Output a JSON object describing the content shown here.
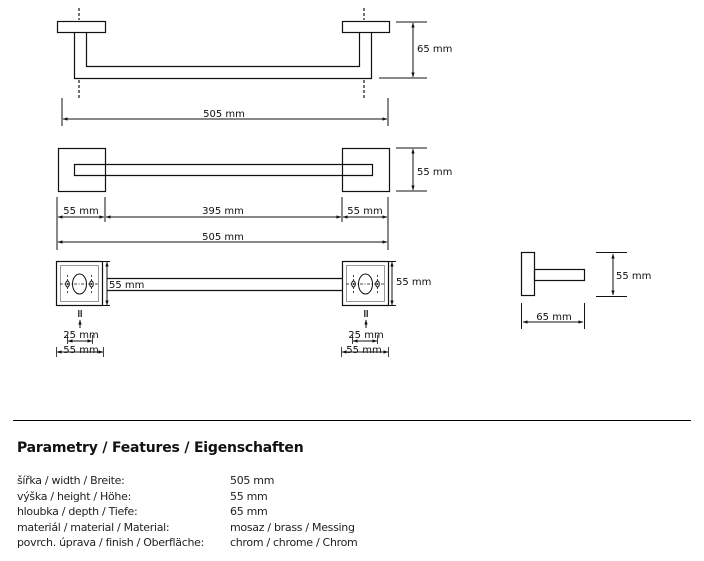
{
  "top_view": {
    "depth_dim": "65 mm",
    "total_width_dim": "505 mm"
  },
  "front_view": {
    "height_dim": "55 mm",
    "left_flange_dim": "55 mm",
    "bar_length_dim": "395 mm",
    "right_flange_dim": "55 mm",
    "total_width_dim": "505 mm"
  },
  "bottom_view": {
    "bar_height_dim": "55 mm",
    "right_height_dim": "55 mm",
    "left_hole_spacing_dim": "25 mm",
    "left_flange_width_dim": "55 mm",
    "right_hole_spacing_dim": "25 mm",
    "right_flange_width_dim": "55 mm"
  },
  "side_view": {
    "height_dim": "55 mm",
    "depth_dim": "65 mm"
  },
  "features": {
    "title": "Parametry / Features / Eigenschaften",
    "rows": [
      {
        "label": "šířka / width / Breite:",
        "value": "505 mm"
      },
      {
        "label": "výška / height / Höhe:",
        "value": "55 mm"
      },
      {
        "label": "hloubka / depth / Tiefe:",
        "value": "65 mm"
      },
      {
        "label": "materiál / material / Material:",
        "value": "mosaz / brass / Messing"
      },
      {
        "label": "povrch. úprava / finish / Oberfläche:",
        "value": "chrom / chrome / Chrom"
      }
    ]
  }
}
